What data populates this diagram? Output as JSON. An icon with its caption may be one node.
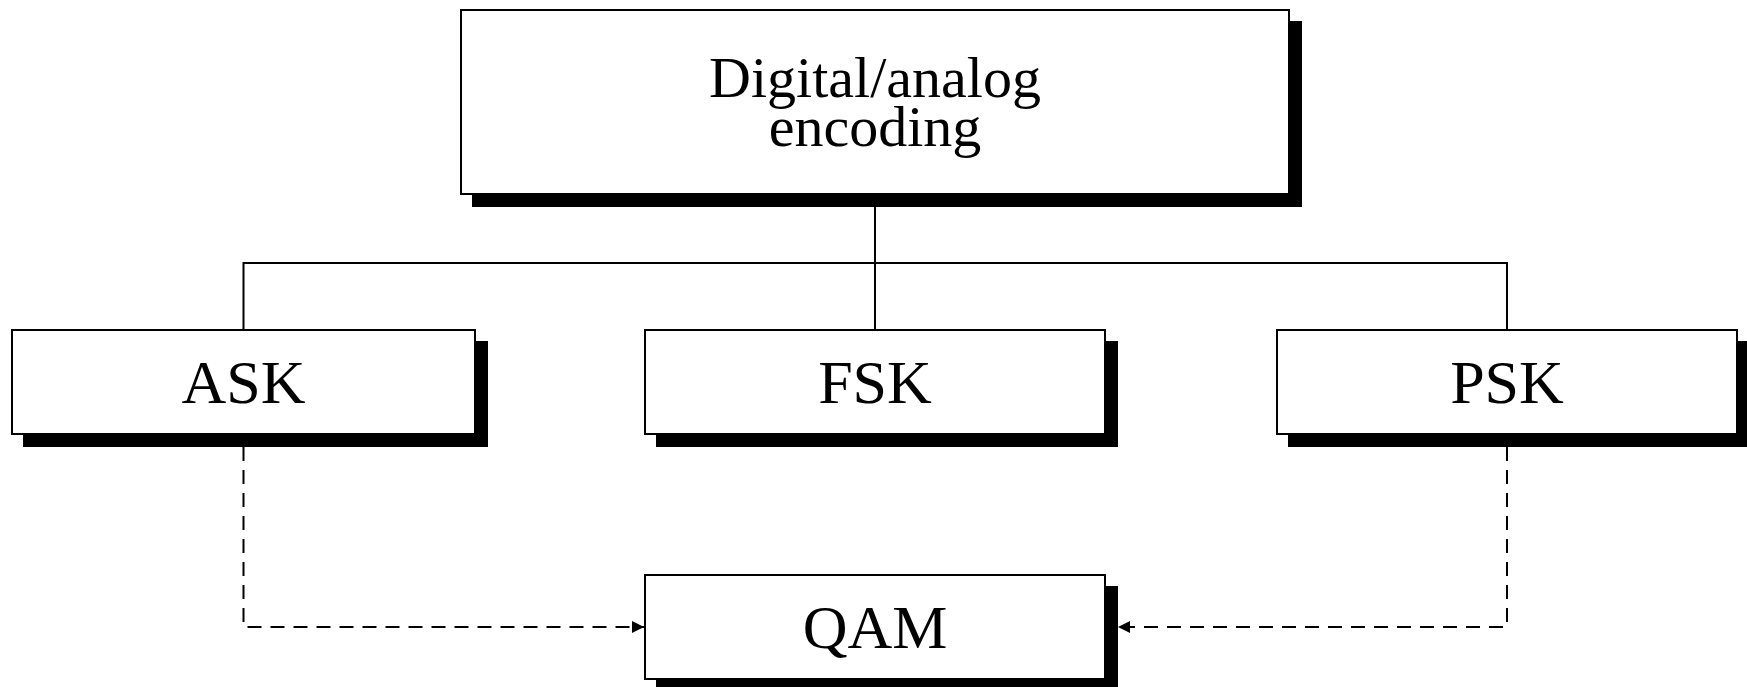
{
  "diagram": {
    "nodes": [
      {
        "text": [
          "Digital/analog encoding"
        ]
      },
      {
        "text": [
          "ASK"
        ]
      },
      {
        "text": [
          "FSK"
        ]
      },
      {
        "text": [
          "PSK"
        ]
      },
      {
        "text": [
          "QAM"
        ]
      }
    ],
    "edges": [
      {
        "from": 0,
        "to": 1,
        "arrow": "none"
      },
      {
        "from": 0,
        "to": 2,
        "arrow": "none"
      },
      {
        "from": 0,
        "to": 3,
        "arrow": "none"
      },
      {
        "from": 1,
        "to": 4,
        "arrow": "to",
        "style": "dashed"
      },
      {
        "from": 3,
        "to": 4,
        "arrow": "to",
        "style": "dashed"
      }
    ]
  }
}
